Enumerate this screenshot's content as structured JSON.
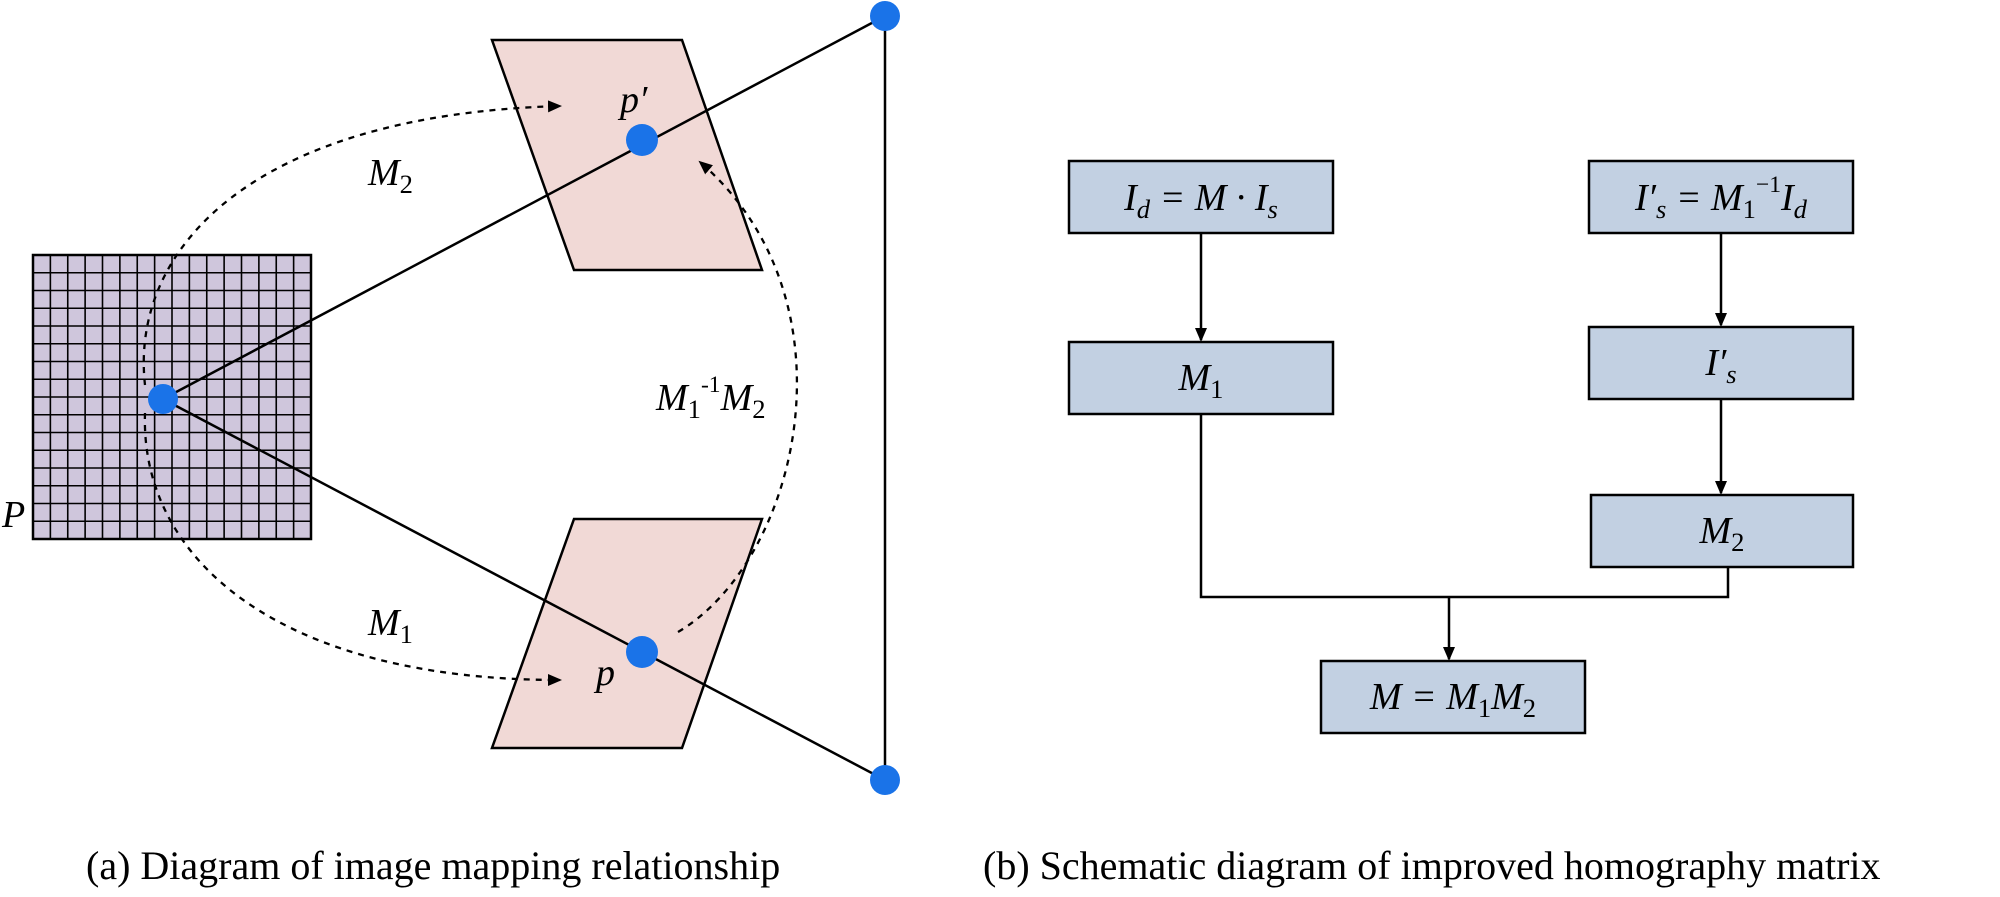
{
  "panel_a": {
    "label_P": "P",
    "label_p_prime": "p′",
    "label_p": "p",
    "label_M2": {
      "base": "M",
      "sub": "2"
    },
    "label_M1": {
      "base": "M",
      "sub": "1"
    },
    "label_M1inv_M2": {
      "m": "M",
      "sub1": "1",
      "sup": "-1",
      "m2": "M",
      "sub2": "2"
    },
    "caption": "(a) Diagram of image mapping relationship"
  },
  "panel_b": {
    "box_Id": {
      "I": "I",
      "d": "d",
      "eq": " = M · ",
      "I2": "I",
      "s": "s"
    },
    "box_Is_prime": {
      "I": "I′",
      "s": "s",
      "eq": " = M",
      "one": "1",
      "inv": "−1",
      "I2": "I",
      "d": "d"
    },
    "box_M1": {
      "base": "M",
      "sub": "1"
    },
    "box_Is_prime2": {
      "I": "I′",
      "s": "s"
    },
    "box_M2": {
      "base": "M",
      "sub": "2"
    },
    "box_M": {
      "lhs": "M = M",
      "sub1": "1",
      "m": "M",
      "sub2": "2"
    },
    "caption": "(b) Schematic diagram of improved homography matrix"
  },
  "colors": {
    "grid_fill": "#cfc6dc",
    "plane_fill": "#f1d9d6",
    "box_fill": "#c2d0e2",
    "point_blue": "#1a73e8",
    "stroke": "#000000"
  }
}
